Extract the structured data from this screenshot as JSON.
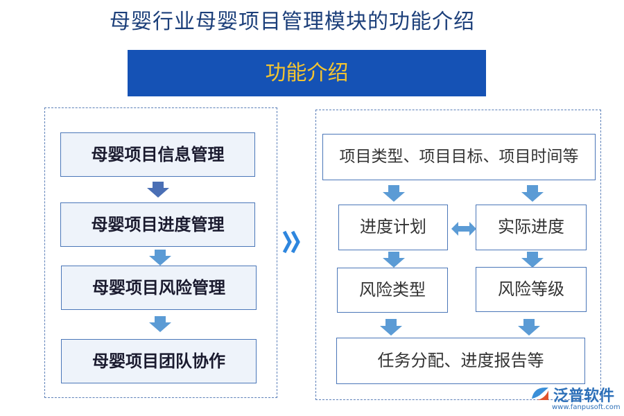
{
  "title": "母婴行业母婴项目管理模块的功能介绍",
  "banner": "功能介绍",
  "left": {
    "items": [
      "母婴项目信息管理",
      "母婴项目进度管理",
      "母婴项目风险管理",
      "母婴项目团队协作"
    ]
  },
  "right": {
    "top": "项目类型、项目目标、项目时间等",
    "plan": "进度计划",
    "actual": "实际进度",
    "risk_type": "风险类型",
    "risk_level": "风险等级",
    "bottom": "任务分配、进度报告等"
  },
  "logo": {
    "name": "泛普软件",
    "url": "www.fanpusoft.com"
  },
  "colors": {
    "banner_bg": "#1552b5",
    "banner_text": "#f4c430",
    "arrow": "#5b9bd5",
    "box_border": "#4a76b8"
  }
}
